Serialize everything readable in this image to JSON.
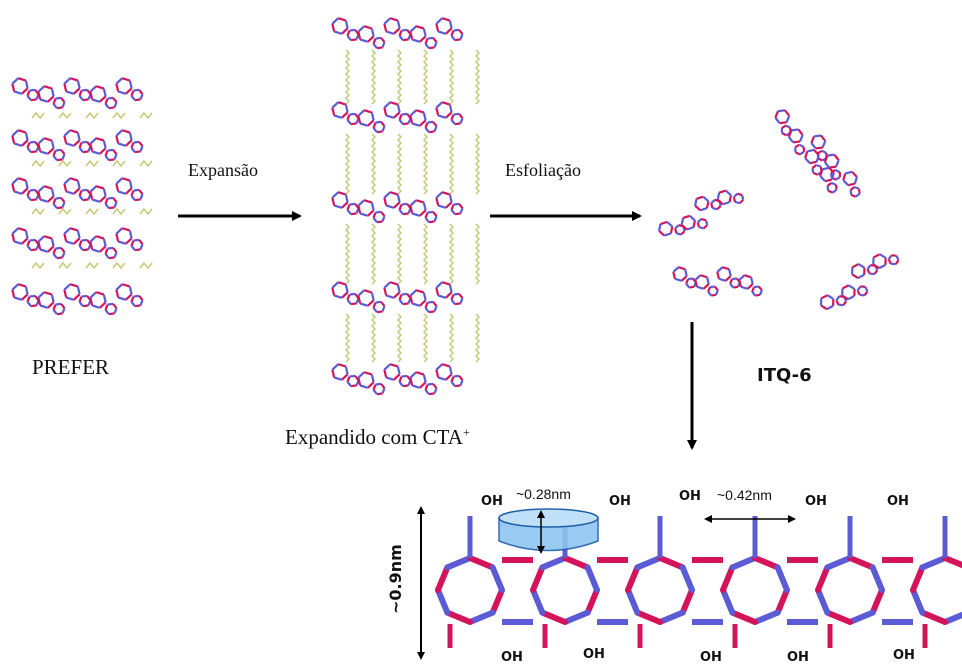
{
  "labels": {
    "expansion": "Expansão",
    "exfoliation": "Esfoliação",
    "prefer": "PREFER",
    "expanded_prefix": "Expandido com CTA",
    "expanded_sup": "+",
    "itq6": "ITQ-6",
    "thickness": "~0.9nm",
    "cup_depth": "~0.28nm",
    "spacing": "~0.42nm",
    "oh": "OH"
  },
  "colors": {
    "framework_red": "#d4145a",
    "framework_blue": "#5b5bd6",
    "template_green": "#c9c97a",
    "cup_fill": "#8ec5f0",
    "arrow": "#000000"
  }
}
